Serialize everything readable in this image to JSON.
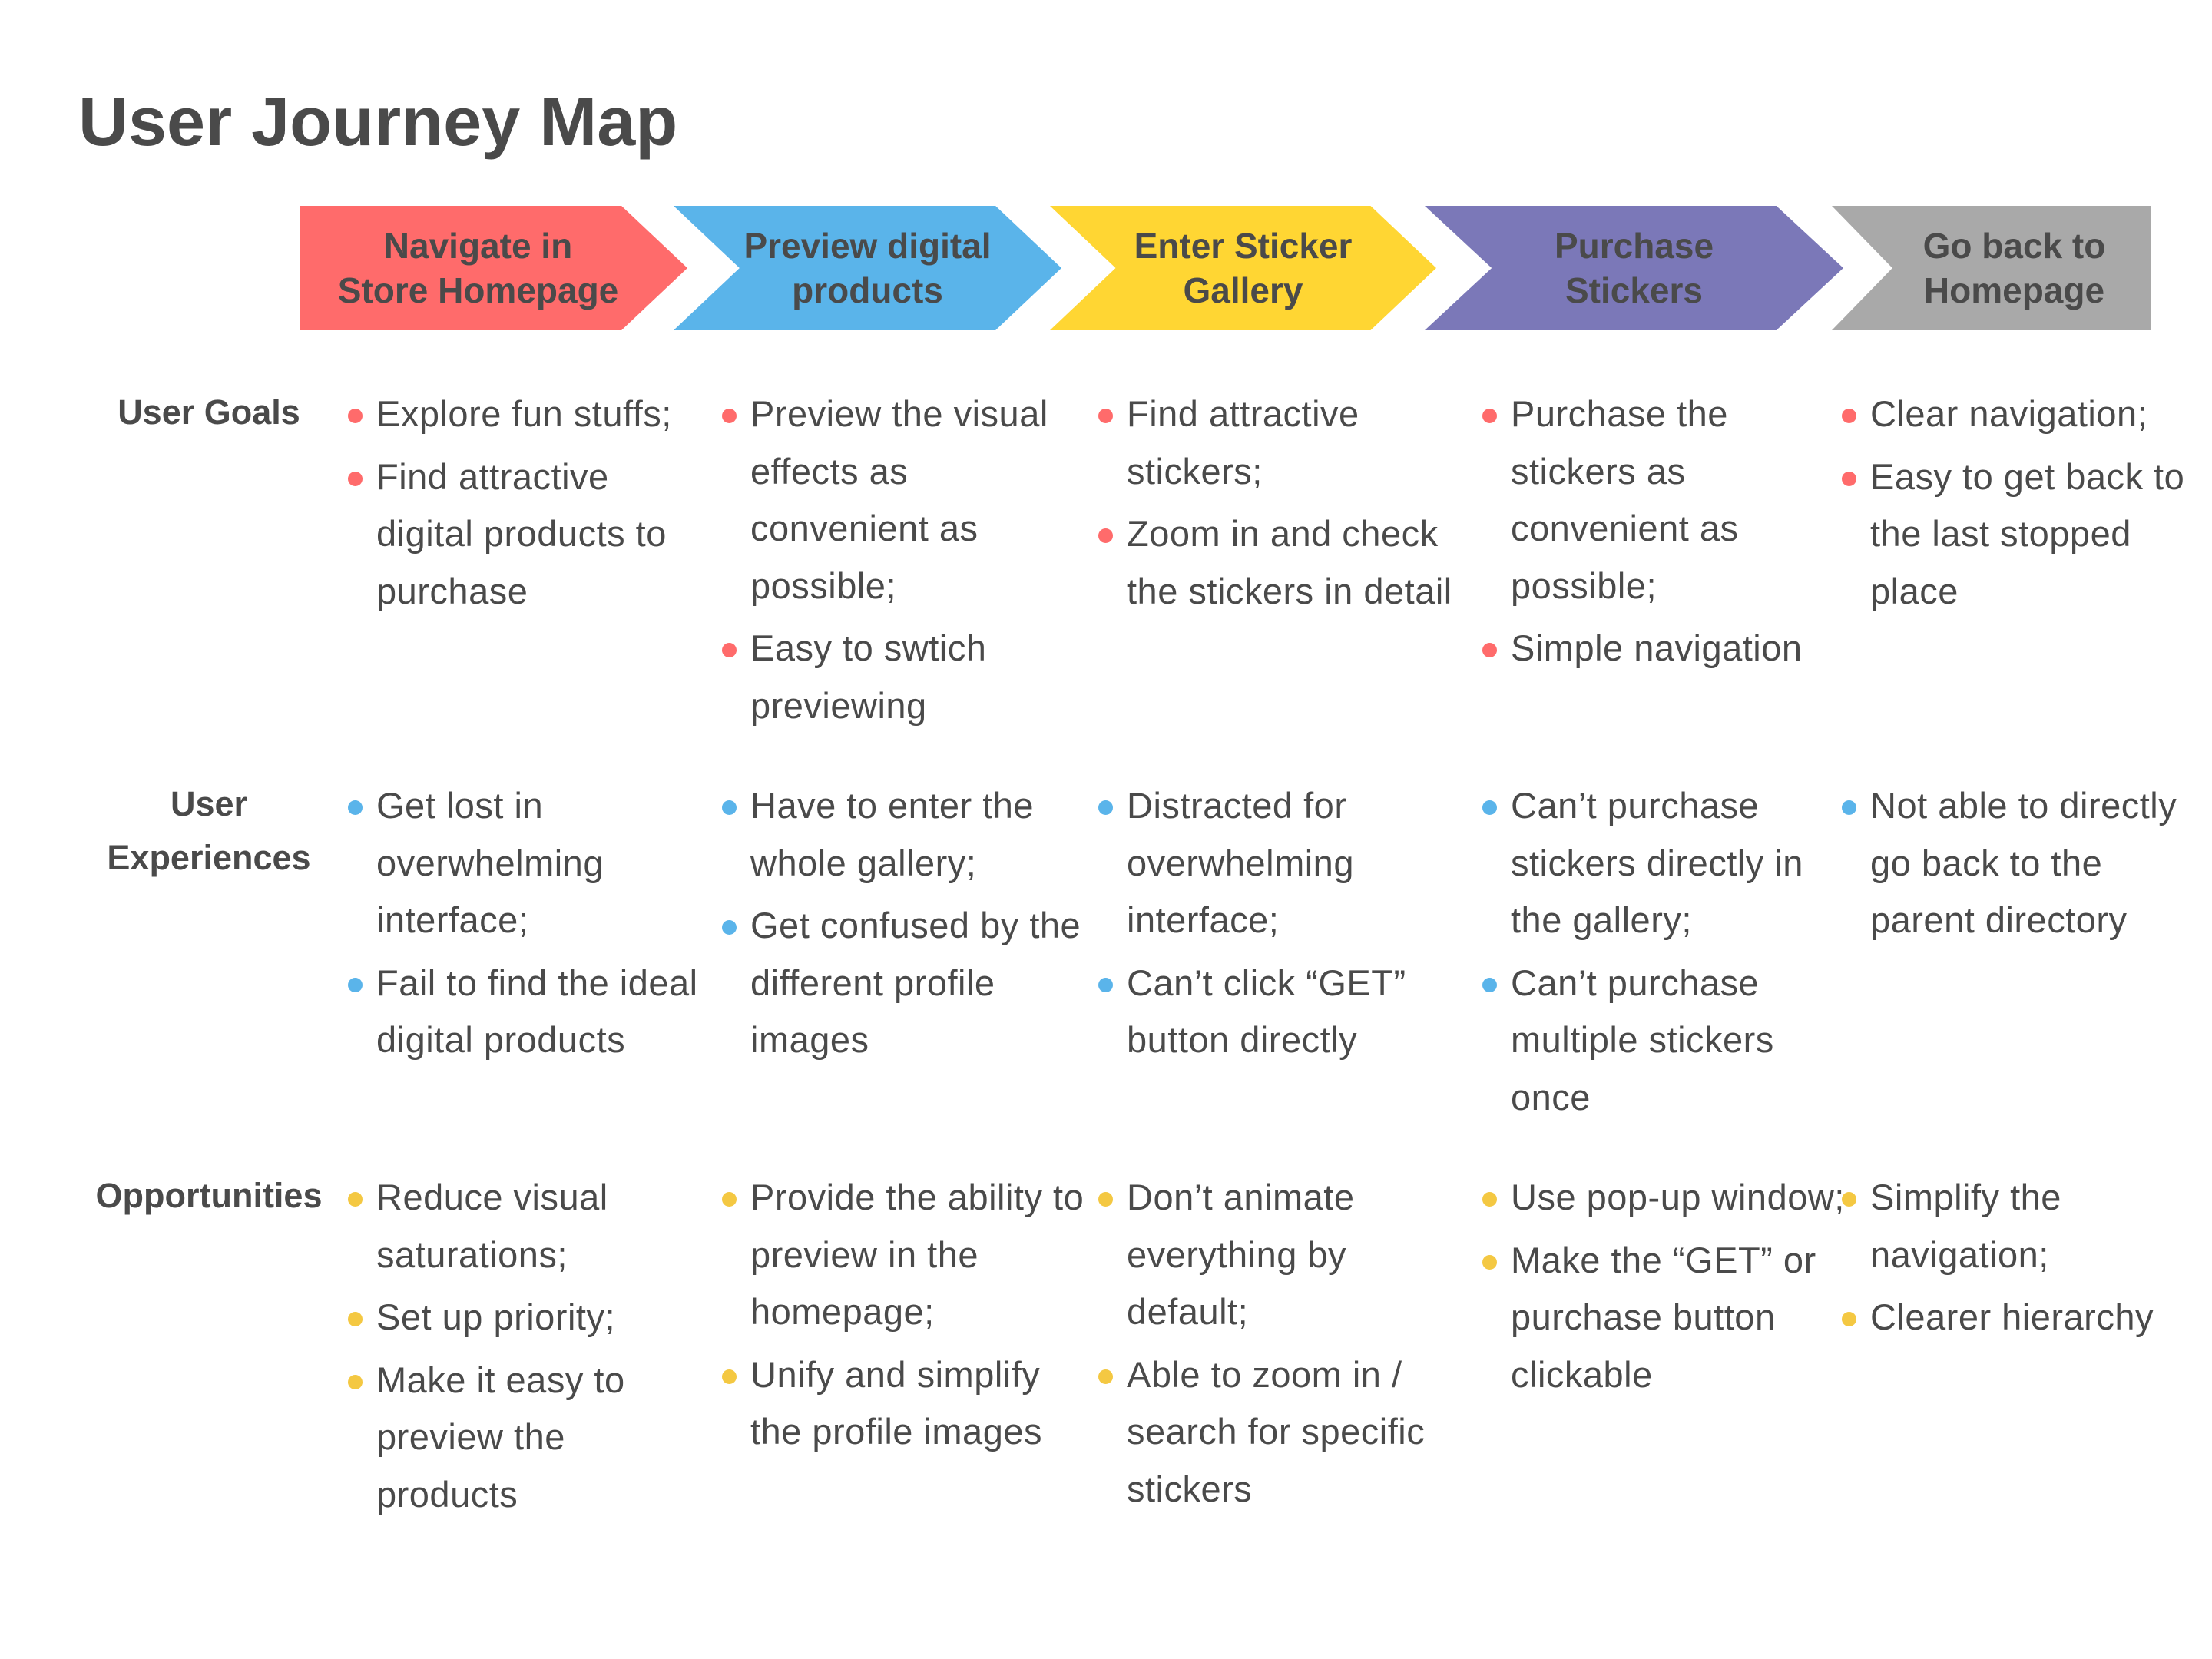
{
  "title": "User Journey Map",
  "colors": {
    "goals_bullet": "#FF6B6B",
    "experiences_bullet": "#5AB4EA",
    "opportunities_bullet": "#F4C842",
    "text": "#4A4A4A"
  },
  "stages": [
    {
      "line1": "Navigate in",
      "line2": "Store Homepage",
      "color": "#FF6B6B"
    },
    {
      "line1": "Preview digital",
      "line2": "products",
      "color": "#5AB4EA"
    },
    {
      "line1": "Enter Sticker",
      "line2": "Gallery",
      "color": "#FFD633"
    },
    {
      "line1": "Purchase",
      "line2": "Stickers",
      "color": "#7B78B8"
    },
    {
      "line1": "Go back to",
      "line2": "Homepage",
      "color": "#A9A9A9"
    }
  ],
  "rows": [
    {
      "label_line1": "User Goals",
      "label_line2": "",
      "cells": [
        [
          "Explore fun stuffs;",
          "Find attractive digital products to purchase"
        ],
        [
          "Preview the visual effects as convenient as possible;",
          "Easy to swtich previewing"
        ],
        [
          "Find attractive stickers;",
          "Zoom in and check the stickers in detail"
        ],
        [
          "Purchase the stickers as convenient as possible;",
          "Simple navigation"
        ],
        [
          "Clear navigation;",
          "Easy to get back to the last stopped place"
        ]
      ]
    },
    {
      "label_line1": "User",
      "label_line2": "Experiences",
      "cells": [
        [
          "Get lost in overwhelming interface;",
          "Fail to find the ideal digital products"
        ],
        [
          "Have to enter the whole gallery;",
          "Get confused by the different profile images"
        ],
        [
          "Distracted for overwhelming interface;",
          "Can’t click “GET” button directly"
        ],
        [
          "Can’t purchase stickers directly in the gallery;",
          "Can’t purchase multiple stickers once"
        ],
        [
          "Not able to directly go back to the parent directory"
        ]
      ]
    },
    {
      "label_line1": "Opportunities",
      "label_line2": "",
      "cells": [
        [
          "Reduce visual saturations;",
          "Set up priority;",
          "Make it easy to preview the products"
        ],
        [
          "Provide the ability to preview in the homepage;",
          "Unify and simplify the profile images"
        ],
        [
          "Don’t animate everything by default;",
          "Able to zoom in / search for specific stickers"
        ],
        [
          "Use pop-up window;",
          "Make the “GET” or purchase button clickable"
        ],
        [
          "Simplify the navigation;",
          "Clearer hierarchy"
        ]
      ]
    }
  ]
}
